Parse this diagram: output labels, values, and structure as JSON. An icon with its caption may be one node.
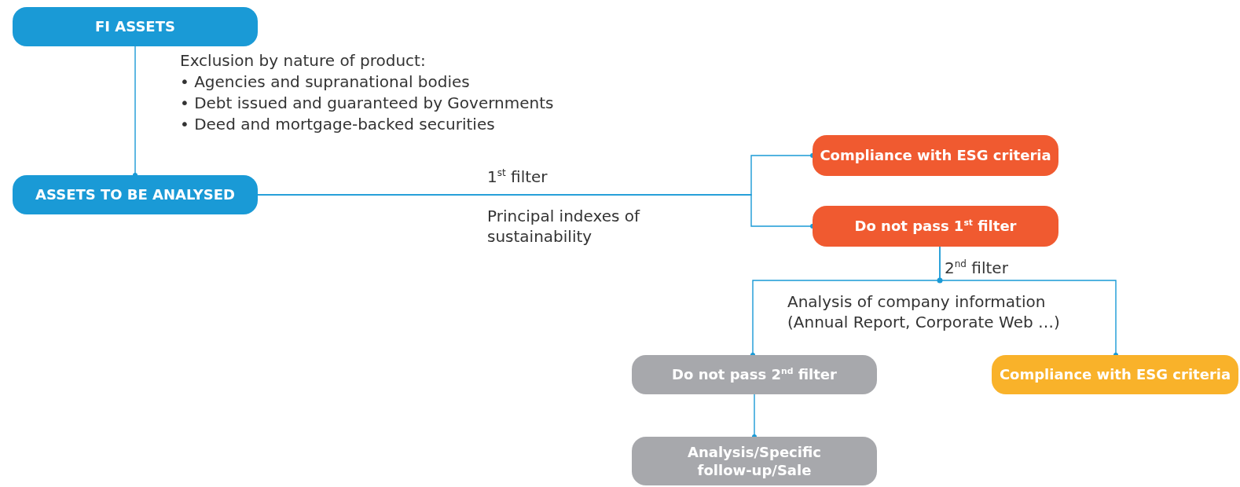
{
  "diagram": {
    "nodes": [
      {
        "text": [
          "FI ASSETS"
        ]
      },
      {
        "text": [
          "ASSETS TO BE ANALYSED"
        ]
      },
      {
        "text": [
          "Compliance with ESG criteria"
        ]
      },
      {
        "text": [
          "Do not pass 1$^{st}$ filter"
        ]
      },
      {
        "text": [
          "Do not pass 2$^{nd}$ filter"
        ]
      },
      {
        "text": [
          "Compliance with ESG criteria"
        ]
      },
      {
        "text": [
          "Analysis/Specific follow-up/Sale"
        ]
      }
    ],
    "edges": [
      {
        "from": 0,
        "to": 1,
        "arrow": "other"
      },
      {
        "from": 1,
        "to": 2,
        "arrow": "other"
      },
      {
        "from": 1,
        "to": 3,
        "arrow": "other"
      },
      {
        "from": 3,
        "to": 4,
        "arrow": "other"
      },
      {
        "from": 3,
        "to": 5,
        "arrow": "other"
      },
      {
        "from": 4,
        "to": 6,
        "arrow": "other"
      }
    ],
    "labels": [
      "Exclusion by nature of product:",
      "• Agencies and supranational bodies",
      "• Debt issued and guaranteed by Governments",
      "• Deed and mortgage-backed securities",
      "1$^{st}$ filter",
      "Principal indexes of sustainability",
      "2$^{nd}$ filter",
      "Analysis of company information (Annual Report, Corporate Web …)"
    ]
  }
}
